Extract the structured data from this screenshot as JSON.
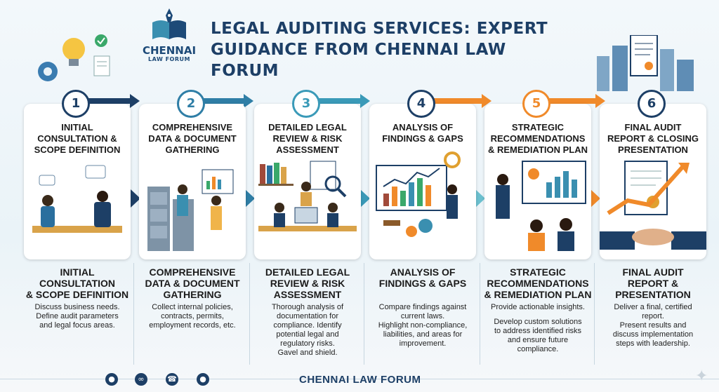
{
  "brand": {
    "logo_line1": "CHENNAI",
    "logo_line2": "LAW FORUM"
  },
  "title": {
    "line1": "LEGAL AUDITING SERVICES: EXPERT",
    "line2": "GUIDANCE FROM CHENNAI LAW FORUM"
  },
  "colors": {
    "navy": "#1d3f66",
    "teal": "#3a8fb0",
    "orange": "#f08a2a"
  },
  "steps": [
    {
      "number": "1",
      "card_title": [
        "INITIAL",
        "CONSULTATION &",
        "SCOPE DEFINITION"
      ],
      "bottom_title": [
        "INITIAL",
        "CONSULTATION",
        "& SCOPE DEFINITION"
      ],
      "desc": [
        "Discuss business needs.",
        "Define audit parameters",
        "and legal focus areas."
      ],
      "icon": "meeting-illustration"
    },
    {
      "number": "2",
      "card_title": [
        "COMPREHENSIVE",
        "DATA & DOCUMENT",
        "GATHERING"
      ],
      "bottom_title": [
        "COMPREHENSIVE",
        "DATA & DOCUMENT",
        "GATHERING"
      ],
      "desc": [
        "Collect internal policies,",
        "contracts, permits,",
        "employment records, etc."
      ],
      "icon": "filing-cabinet-illustration"
    },
    {
      "number": "3",
      "card_title": [
        "DETAILED LEGAL",
        "REVIEW & RISK",
        "ASSESSMENT"
      ],
      "bottom_title": [
        "DETAILED LEGAL",
        "REVIEW & RISK",
        "ASSESSMENT"
      ],
      "desc": [
        "Thorough analysis of",
        "documentation for",
        "compliance. Identify",
        "potential legal and",
        "regulatory risks.",
        "Gavel and shield."
      ],
      "icon": "legal-review-illustration"
    },
    {
      "number": "4",
      "card_title": [
        "ANALYSIS OF",
        "FINDINGS & GAPS"
      ],
      "bottom_title": [
        "ANALYSIS OF",
        "FINDINGS & GAPS"
      ],
      "desc": [
        "Compare findings against",
        "current laws.",
        "Highlight non-compliance,",
        "liabilities, and areas for",
        "improvement."
      ],
      "icon": "analysis-chart-illustration"
    },
    {
      "number": "5",
      "card_title": [
        "STRATEGIC",
        "RECOMMENDATIONS",
        "& REMEDIATION PLAN"
      ],
      "bottom_title": [
        "STRATEGIC",
        "RECOMMENDATIONS",
        "& REMEDIATION PLAN"
      ],
      "desc": [
        "Provide actionable insights.",
        "",
        "Develop custom solutions",
        "to address identified risks",
        "and ensure future",
        "compliance."
      ],
      "icon": "presentation-illustration"
    },
    {
      "number": "6",
      "card_title": [
        "FINAL AUDIT",
        "REPORT & CLOSING",
        "PRESENTATION"
      ],
      "bottom_title": [
        "FINAL AUDIT",
        "REPORT &",
        "PRESENTATION"
      ],
      "desc": [
        "Deliver a final, certified",
        "report.",
        "Present results and",
        "discuss implementation",
        "steps with leadership."
      ],
      "icon": "handshake-illustration"
    }
  ],
  "footer": {
    "brand": "CHENNAI LAW FORUM",
    "icons": [
      "globe-icon",
      "link-icon",
      "phone-icon",
      "location-icon"
    ]
  }
}
